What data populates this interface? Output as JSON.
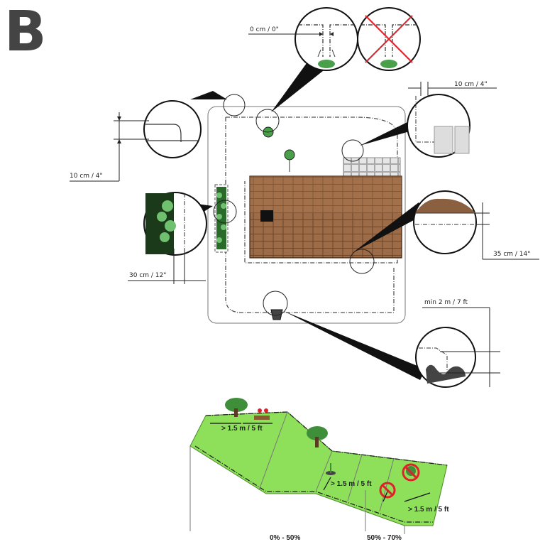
{
  "section_letter": "B",
  "measurements": {
    "gap_zero": "0 cm / 0\"",
    "paving_offset": "10 cm / 4\"",
    "wall_height": "10 cm / 4\"",
    "step_height": "35 cm / 14\"",
    "flowerbed_offset": "30 cm / 12\"",
    "passage_min": "min 2 m / 7 ft"
  },
  "slope_diagram": {
    "distance_labels": [
      "> 1.5 m / 5 ft",
      "> 1.5 m / 5 ft",
      "> 1.5 m / 5 ft"
    ],
    "slope_ranges": [
      "0% - 50%",
      "50% - 70%"
    ]
  },
  "colors": {
    "lawn": "#8ee05a",
    "lawn_edge": "#4a8a2a",
    "roof": "#9c6b48",
    "roof_dark": "#6e4427",
    "tree": "#3f8f3a",
    "prohibit": "#e0202a"
  }
}
